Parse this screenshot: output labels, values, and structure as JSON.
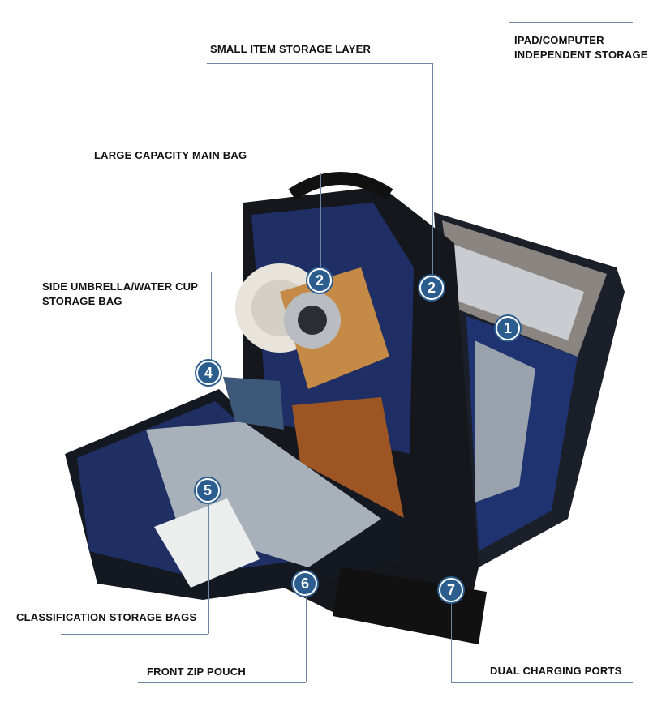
{
  "callouts": [
    {
      "number": "1",
      "label_lines": [
        "IPAD/COMPUTER",
        "INDEPENDENT STORAGE"
      ]
    },
    {
      "number": "2",
      "label_lines": [
        "SMALL ITEM STORAGE LAYER"
      ]
    },
    {
      "number": "2",
      "label_lines": [
        "LARGE CAPACITY MAIN BAG"
      ]
    },
    {
      "number": "4",
      "label_lines": [
        "SIDE UMBRELLA/WATER CUP",
        "STORAGE BAG"
      ]
    },
    {
      "number": "5",
      "label_lines": [
        "CLASSIFICATION STORAGE BAGS"
      ]
    },
    {
      "number": "6",
      "label_lines": [
        "FRONT ZIP POUCH"
      ]
    },
    {
      "number": "7",
      "label_lines": [
        "DUAL CHARGING PORTS"
      ]
    }
  ],
  "colors": {
    "badge": "#2c5d8f",
    "line": "#6b87a3"
  }
}
